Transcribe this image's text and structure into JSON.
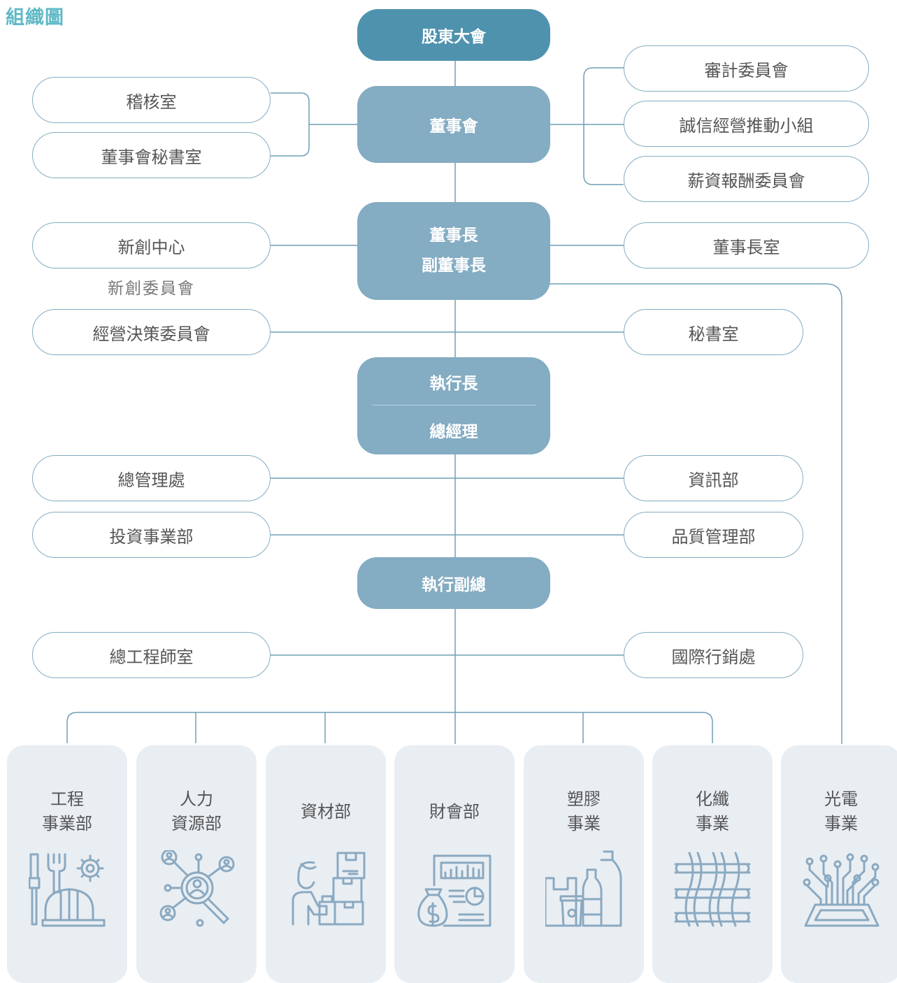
{
  "title": "組織圖",
  "nodes": {
    "shareholders": "股東大會",
    "board": "董事會",
    "audit_office": "稽核室",
    "board_secretariat": "董事會秘書室",
    "audit_committee": "審計委員會",
    "integrity_group": "誠信經營推動小組",
    "compensation_committee": "薪資報酬委員會",
    "chairman": "董事長",
    "vice_chairman": "副董事長",
    "innovation_center": "新創中心",
    "innovation_committee": "新創委員會",
    "chairman_office": "董事長室",
    "decision_committee": "經營決策委員會",
    "secretary_office": "秘書室",
    "ceo": "執行長",
    "general_manager": "總經理",
    "general_admin": "總管理處",
    "it_dept": "資訊部",
    "investment_dept": "投資事業部",
    "quality_dept": "品質管理部",
    "evp": "執行副總",
    "chief_engineer_office": "總工程師室",
    "intl_marketing": "國際行銷處"
  },
  "departments": [
    {
      "line1": "工程",
      "line2": "事業部",
      "icon": "engineering-tools-icon"
    },
    {
      "line1": "人力",
      "line2": "資源部",
      "icon": "people-search-icon"
    },
    {
      "line1": "資材部",
      "line2": "",
      "icon": "warehouse-worker-icon"
    },
    {
      "line1": "財會部",
      "line2": "",
      "icon": "finance-report-icon"
    },
    {
      "line1": "塑膠",
      "line2": "事業",
      "icon": "plastic-bottles-icon"
    },
    {
      "line1": "化纖",
      "line2": "事業",
      "icon": "woven-fiber-icon"
    },
    {
      "line1": "光電",
      "line2": "事業",
      "icon": "circuit-chip-icon"
    }
  ],
  "colors": {
    "title": "#5eb9c6",
    "top_node": "#4f92ae",
    "mid_node": "#84acc2",
    "line": "#6f9fb6",
    "dept_bg": "#e9eef3",
    "icon": "#8aa9c1"
  }
}
